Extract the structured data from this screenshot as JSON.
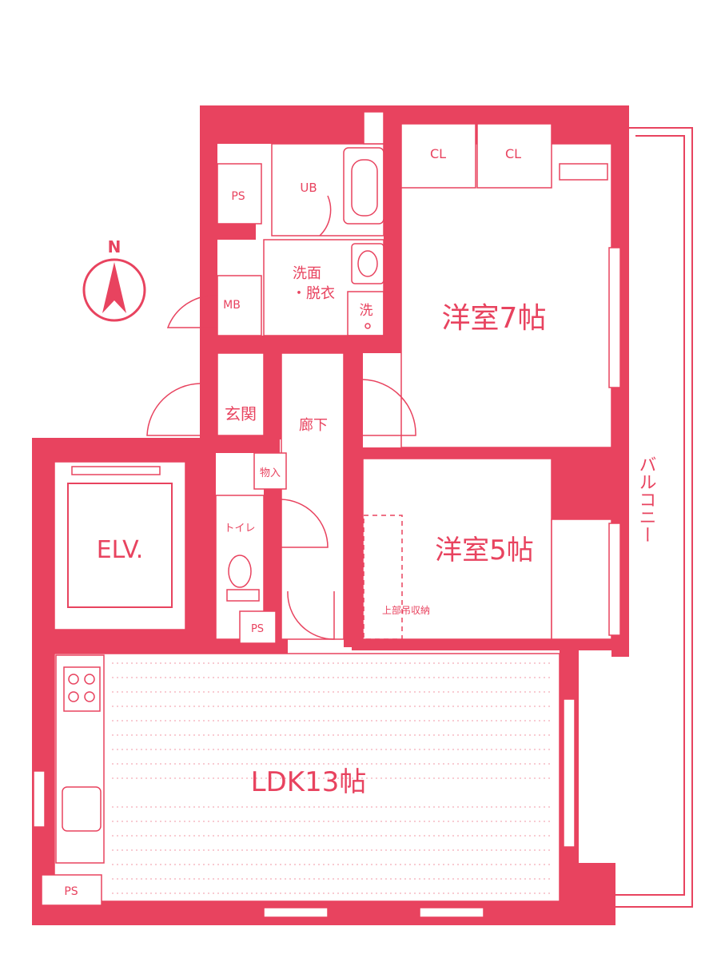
{
  "colors": {
    "line": "#e8435f",
    "paper": "#ffffff"
  },
  "compass": {
    "label": "N",
    "icon": "north-arrow-icon"
  },
  "rooms": {
    "western_7": "洋室7帖",
    "western_5": "洋室5帖",
    "ldk": "LDK13帖",
    "elevator": "ELV.",
    "unit_bath": "UB",
    "washroom_line1": "洗面",
    "washroom_line2": "・脱衣",
    "washer": "洗",
    "entrance": "玄関",
    "hallway": "廊下",
    "storage": "物入",
    "toilet": "トイレ",
    "closet_1": "CL",
    "closet_2": "CL",
    "ps_top": "PS",
    "mb": "MB",
    "ps_toilet": "PS",
    "ps_ldk_corner": "PS",
    "ps_bottom_left": "PS",
    "upper_storage": "上部吊収納",
    "balcony": "バルコニー"
  }
}
